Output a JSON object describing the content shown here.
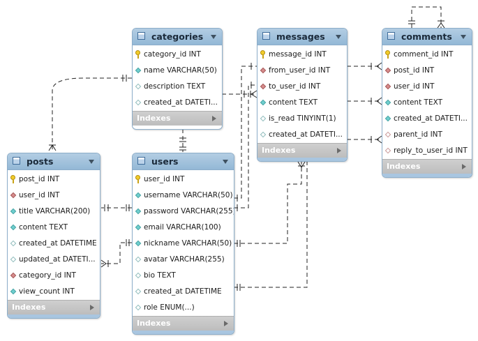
{
  "tables": {
    "categories": {
      "name": "categories",
      "indexes_label": "Indexes",
      "columns": [
        {
          "text": "category_id INT",
          "marker": "pk"
        },
        {
          "text": "name VARCHAR(50)",
          "marker": "notnull"
        },
        {
          "text": "description TEXT",
          "marker": "nullable"
        },
        {
          "text": "created_at DATETI...",
          "marker": "nullable"
        }
      ]
    },
    "messages": {
      "name": "messages",
      "indexes_label": "Indexes",
      "columns": [
        {
          "text": "message_id INT",
          "marker": "pk"
        },
        {
          "text": "from_user_id INT",
          "marker": "fk"
        },
        {
          "text": "to_user_id INT",
          "marker": "fk"
        },
        {
          "text": "content TEXT",
          "marker": "notnull"
        },
        {
          "text": "is_read TINYINT(1)",
          "marker": "nullable"
        },
        {
          "text": "created_at DATETI...",
          "marker": "nullable"
        }
      ]
    },
    "comments": {
      "name": "comments",
      "indexes_label": "Indexes",
      "columns": [
        {
          "text": "comment_id INT",
          "marker": "pk"
        },
        {
          "text": "post_id INT",
          "marker": "fk"
        },
        {
          "text": "user_id INT",
          "marker": "fk"
        },
        {
          "text": "content TEXT",
          "marker": "notnull"
        },
        {
          "text": "created_at DATETI...",
          "marker": "notnull"
        },
        {
          "text": "parent_id INT",
          "marker": "fk-nullable"
        },
        {
          "text": "reply_to_user_id INT",
          "marker": "fk-nullable"
        }
      ]
    },
    "posts": {
      "name": "posts",
      "indexes_label": "Indexes",
      "columns": [
        {
          "text": "post_id INT",
          "marker": "pk"
        },
        {
          "text": "user_id INT",
          "marker": "fk"
        },
        {
          "text": "title VARCHAR(200)",
          "marker": "notnull"
        },
        {
          "text": "content TEXT",
          "marker": "notnull"
        },
        {
          "text": "created_at DATETIME",
          "marker": "nullable"
        },
        {
          "text": "updated_at DATETI...",
          "marker": "nullable"
        },
        {
          "text": "category_id INT",
          "marker": "fk"
        },
        {
          "text": "view_count INT",
          "marker": "notnull"
        }
      ]
    },
    "users": {
      "name": "users",
      "indexes_label": "Indexes",
      "columns": [
        {
          "text": "user_id INT",
          "marker": "pk"
        },
        {
          "text": "username VARCHAR(50)",
          "marker": "notnull"
        },
        {
          "text": "password VARCHAR(255)",
          "marker": "notnull"
        },
        {
          "text": "email VARCHAR(100)",
          "marker": "notnull"
        },
        {
          "text": "nickname VARCHAR(50)",
          "marker": "notnull"
        },
        {
          "text": "avatar VARCHAR(255)",
          "marker": "nullable"
        },
        {
          "text": "bio TEXT",
          "marker": "nullable"
        },
        {
          "text": "created_at DATETIME",
          "marker": "nullable"
        },
        {
          "text": "role ENUM(...)",
          "marker": "nullable"
        }
      ]
    }
  },
  "colors": {
    "header": "#9dbedb",
    "border": "#8cadc9",
    "line": "#222222",
    "footer": "#a9c6e0"
  }
}
